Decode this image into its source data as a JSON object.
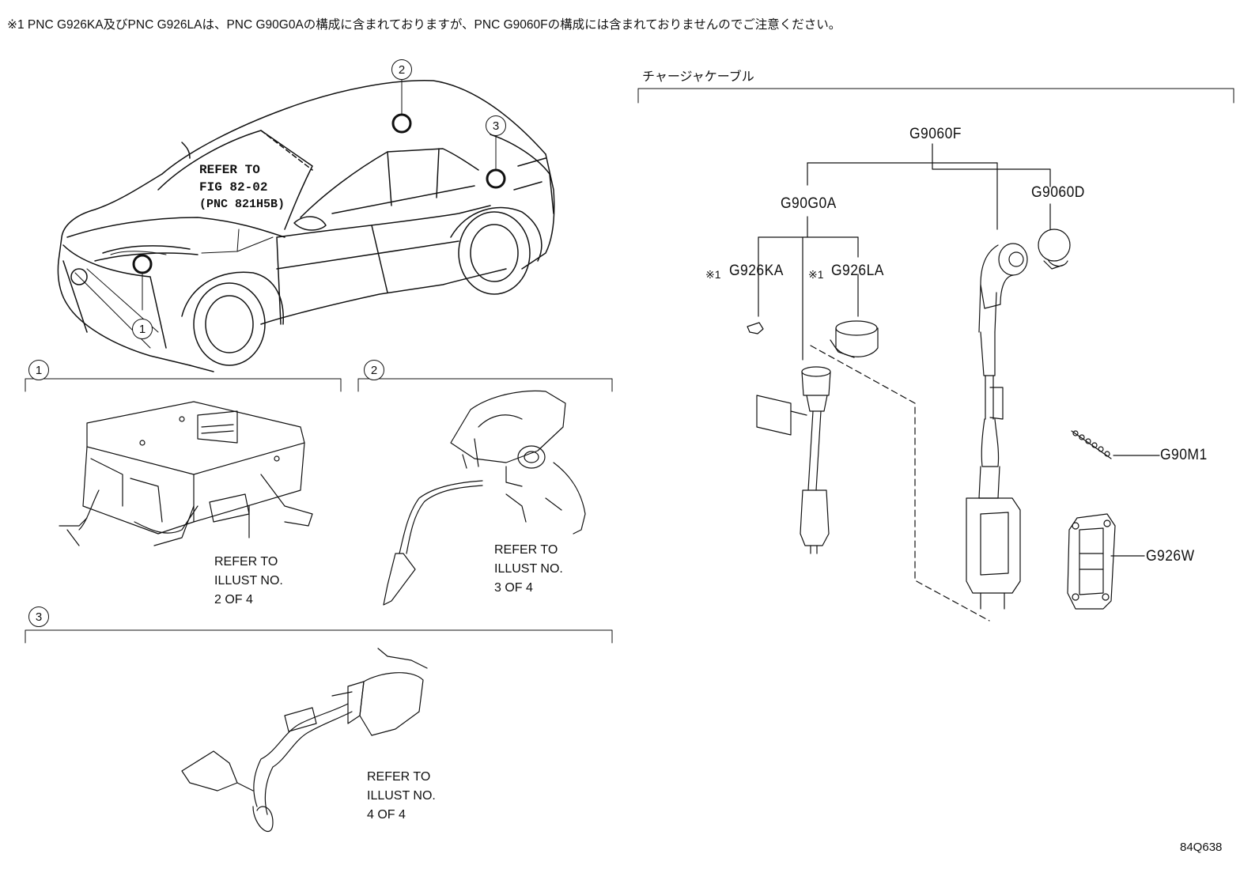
{
  "note": "※1 PNC G926KA及びPNC G926LAは、PNC G90G0Aの構成に含まれておりますが、PNC G9060Fの構成には含まれておりませんのでご注意ください。",
  "car_ref": {
    "line1": "REFER TO",
    "line2": "FIG 82-02",
    "line3": "(PNC 821H5B)"
  },
  "callouts": [
    "1",
    "2",
    "3"
  ],
  "section_labels": [
    "1",
    "2",
    "3"
  ],
  "sections": [
    {
      "ref1": "REFER TO",
      "ref2": "ILLUST NO.",
      "ref3": "2 OF 4"
    },
    {
      "ref1": "REFER TO",
      "ref2": "ILLUST NO.",
      "ref3": "3 OF 4"
    },
    {
      "ref1": "REFER TO",
      "ref2": "ILLUST NO.",
      "ref3": "4 OF 4"
    }
  ],
  "charger_cable": {
    "title": "チャージャケーブル",
    "root": "G9060F",
    "sub_assy": "G90G0A",
    "part_d": "G9060D",
    "part_ka_mark": "※1",
    "part_ka": "G926KA",
    "part_la_mark": "※1",
    "part_la": "G926LA",
    "part_m1": "G90M1",
    "part_w": "G926W"
  },
  "illust_id": "84Q638"
}
